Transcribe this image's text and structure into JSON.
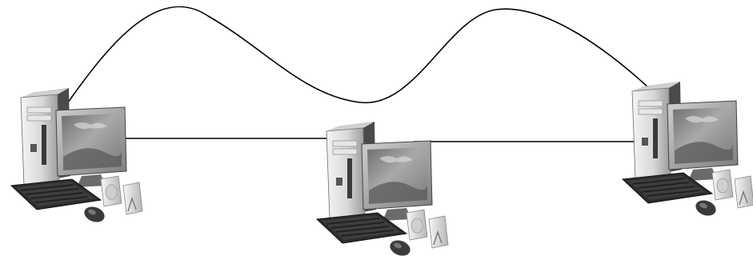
{
  "diagram": {
    "nodes": [
      {
        "id": "computer-left",
        "icon": "desktop-computer-icon"
      },
      {
        "id": "computer-center",
        "icon": "desktop-computer-icon"
      },
      {
        "id": "computer-right",
        "icon": "desktop-computer-icon"
      }
    ],
    "connections": [
      {
        "from": "computer-left",
        "to": "computer-center",
        "style": "straight"
      },
      {
        "from": "computer-center",
        "to": "computer-right",
        "style": "straight"
      },
      {
        "from": "computer-left",
        "to": "computer-right",
        "style": "wavy"
      }
    ],
    "colors": {
      "background": "#ffffff",
      "line": "#000000",
      "tower_light": "#e9e9e9",
      "tower_mid": "#bdbdbd",
      "tower_dark": "#5a5a5a",
      "screen_sky": "#8f8f8f",
      "keyboard": "#2f2f2f"
    }
  }
}
